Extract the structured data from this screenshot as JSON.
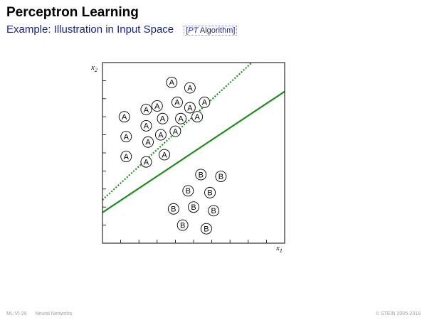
{
  "header": {
    "title": "Perceptron Learning",
    "subtitle": "Example: Illustration in Input Space",
    "ref_italic": "PT",
    "ref_rest": "Algorithm"
  },
  "diagram": {
    "x_axis_label": "x",
    "x_axis_sub": "1",
    "y_axis_label": "x",
    "y_axis_sub": "2",
    "line_color": "#1e8a1e",
    "points": [
      {
        "label": "A",
        "x": 3.8,
        "y": 8.9
      },
      {
        "label": "A",
        "x": 4.8,
        "y": 8.6
      },
      {
        "label": "A",
        "x": 3.0,
        "y": 7.6
      },
      {
        "label": "A",
        "x": 4.1,
        "y": 7.8
      },
      {
        "label": "A",
        "x": 4.8,
        "y": 7.5
      },
      {
        "label": "A",
        "x": 5.6,
        "y": 7.8
      },
      {
        "label": "A",
        "x": 1.2,
        "y": 7.0
      },
      {
        "label": "A",
        "x": 2.4,
        "y": 7.4
      },
      {
        "label": "A",
        "x": 3.3,
        "y": 6.9
      },
      {
        "label": "A",
        "x": 4.3,
        "y": 6.9
      },
      {
        "label": "A",
        "x": 5.2,
        "y": 7.0
      },
      {
        "label": "A",
        "x": 2.4,
        "y": 6.5
      },
      {
        "label": "A",
        "x": 1.3,
        "y": 5.9
      },
      {
        "label": "A",
        "x": 2.5,
        "y": 5.6
      },
      {
        "label": "A",
        "x": 3.2,
        "y": 6.0
      },
      {
        "label": "A",
        "x": 4.0,
        "y": 6.2
      },
      {
        "label": "A",
        "x": 1.3,
        "y": 4.8
      },
      {
        "label": "A",
        "x": 2.4,
        "y": 4.5
      },
      {
        "label": "A",
        "x": 3.4,
        "y": 4.9
      },
      {
        "label": "B",
        "x": 5.4,
        "y": 3.8
      },
      {
        "label": "B",
        "x": 6.5,
        "y": 3.7
      },
      {
        "label": "B",
        "x": 4.7,
        "y": 2.9
      },
      {
        "label": "B",
        "x": 5.9,
        "y": 2.8
      },
      {
        "label": "B",
        "x": 3.9,
        "y": 1.9
      },
      {
        "label": "B",
        "x": 5.0,
        "y": 2.0
      },
      {
        "label": "B",
        "x": 6.1,
        "y": 1.8
      },
      {
        "label": "B",
        "x": 4.4,
        "y": 1.0
      },
      {
        "label": "B",
        "x": 5.7,
        "y": 0.8
      }
    ],
    "lines": [
      {
        "style": "dotted",
        "x1": 0,
        "y1": 2.4,
        "x2": 8.2,
        "y2": 10.0
      },
      {
        "style": "solid",
        "x1": 0,
        "y1": 1.7,
        "x2": 10.0,
        "y2": 8.4
      }
    ]
  },
  "footer": {
    "left_code": "ML:VI-29",
    "left_topic": "Neural Networks",
    "right": "© STEIN 2005-2018"
  }
}
